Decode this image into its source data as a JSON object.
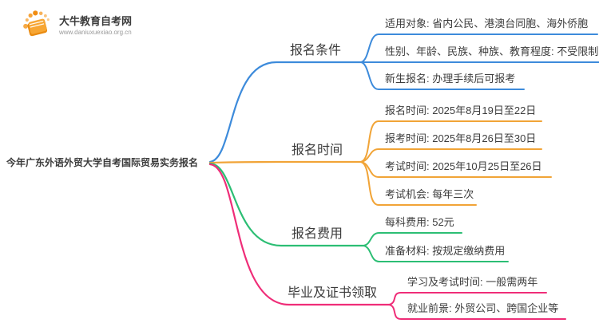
{
  "site": {
    "name": "大牛教育自考网",
    "url": "www.daniuxuexiao.org.cn",
    "logo_color": "#F59A23"
  },
  "mindmap": {
    "text_color": "#3C3C3C",
    "root": {
      "label": "今年广东外语外贸大学自考国际贸易实务报名"
    },
    "branches": [
      {
        "label": "报名条件",
        "color": "#3D8BDB",
        "items": [
          "适用对象: 省内公民、港澳台同胞、海外侨胞",
          "性别、年龄、民族、种族、教育程度: 不受限制",
          "新生报名: 办理手续后可报考"
        ]
      },
      {
        "label": "报名时间",
        "color": "#F1A437",
        "items": [
          "报名时间: 2025年8月19日至22日",
          "报考时间: 2025年8月26日至30日",
          "考试时间: 2025年10月25日至26日",
          "考试机会: 每年三次"
        ]
      },
      {
        "label": "报名费用",
        "color": "#2CBE74",
        "items": [
          "每科费用: 52元",
          "准备材料: 按规定缴纳费用"
        ]
      },
      {
        "label": "毕业及证书领取",
        "color": "#EF2D78",
        "items": [
          "学习及考试时间: 一般需两年",
          "就业前景: 外贸公司、跨国企业等"
        ]
      }
    ]
  }
}
